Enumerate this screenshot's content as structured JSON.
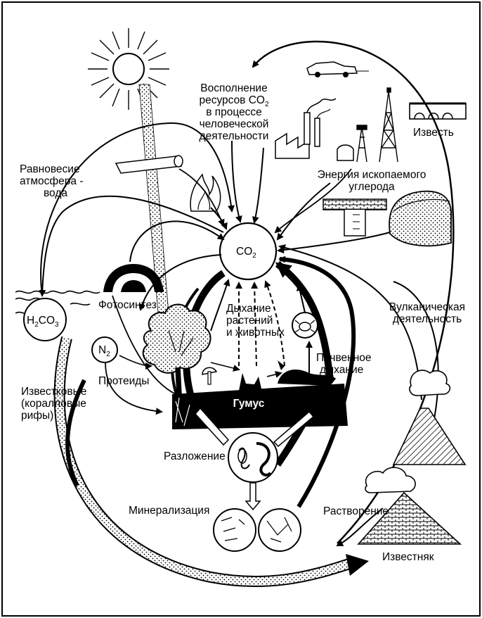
{
  "labels": {
    "co2": "CO",
    "co2_sub": "2",
    "h2co3_h": "H",
    "h2co3_2": "2",
    "h2co3_co": "CO",
    "h2co3_3": "3",
    "n2": "N",
    "n2_sub": "2",
    "replenish_1": "Восполнение",
    "replenish_2": "ресурсов CO",
    "replenish_2_sub": "2",
    "replenish_3": "в процессе",
    "replenish_4": "человеческой",
    "replenish_5": "деятельности",
    "lime": "Известь",
    "fossil_1": "Энергия ископаемого",
    "fossil_2": "углерода",
    "equilibrium_1": "Равновесие",
    "equilibrium_2": "атмосфера -",
    "equilibrium_3": "вода",
    "photosynthesis": "Фотосинтез",
    "respiration_1": "Дыхание",
    "respiration_2": "растений",
    "respiration_3": "и животных",
    "volcanic_1": "Вулканическая",
    "volcanic_2": "деятельность",
    "soil_resp_1": "Почвенное",
    "soil_resp_2": "дыхание",
    "proteins": "Протеиды",
    "humus": "Гумус",
    "calcareous_1": "Известковые",
    "calcareous_2": "(коралловые",
    "calcareous_3": "рифы)",
    "decomposition": "Разложение",
    "mineralization": "Минерализация",
    "dissolution": "Растворение",
    "limestone": "Известняк"
  }
}
